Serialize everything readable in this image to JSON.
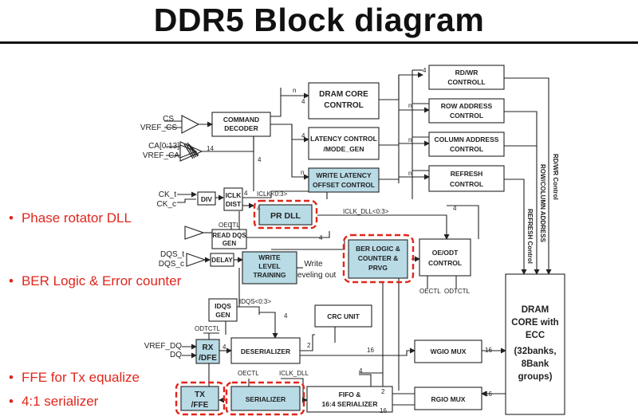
{
  "title": "DDR5 Block diagram",
  "blocks": {
    "command_decoder": [
      "COMMAND",
      "DECODER"
    ],
    "dram_core_control": [
      "DRAM CORE",
      "CONTROL"
    ],
    "latency_control": [
      "LATENCY CONTROL",
      "/MODE_GEN"
    ],
    "write_latency": [
      "WRITE LATENCY",
      "OFFSET CONTROL"
    ],
    "rdwr_control": [
      "RD/WR",
      "CONTROLL"
    ],
    "row_address": [
      "ROW ADDRESS",
      "CONTROL"
    ],
    "column_address": [
      "COLUMN ADDRESS",
      "CONTROL"
    ],
    "refresh_control": [
      "REFRESH",
      "CONTROL"
    ],
    "div": "DIV",
    "iclk_dist": [
      "ICLK",
      "DIST"
    ],
    "pr_dll": "PR DLL",
    "read_dqs_gen": [
      "READ DQS",
      "GEN"
    ],
    "delay": "DELAY",
    "write_level": [
      "WRITE",
      "LEVEL",
      "TRAINING"
    ],
    "ber_logic": [
      "BER LOGIC &",
      "COUNTER &",
      "PRVG"
    ],
    "oe_odt": [
      "OE/ODT",
      "CONTROL"
    ],
    "idqs_gen": [
      "IDQS",
      "GEN"
    ],
    "crc_unit": "CRC UNIT",
    "rx_dfe": [
      "RX",
      "/DFE"
    ],
    "deserializer": "DESERIALIZER",
    "wgio_mux": "WGIO MUX",
    "tx_ffe": [
      "TX",
      "/FFE"
    ],
    "serializer": "SERIALIZER",
    "fifo": [
      "FIFO &",
      "16:4 SERIALIZER"
    ],
    "rgio_mux": "RGIO MUX",
    "dram_core_ecc": [
      "DRAM",
      "CORE with",
      "ECC",
      "(32banks,",
      "8Bank",
      "groups)"
    ]
  },
  "signals": {
    "cs": "CS",
    "vref_cs": "VREF_CS",
    "ca": "CA[0:13]",
    "vref_ca": "VREF_CA",
    "ck_t": "CK_t",
    "ck_c": "CK_c",
    "dqs_t": "DQS_t",
    "dqs_c": "DQS_c",
    "vref_dq": "VREF_DQ",
    "dq": "DQ",
    "iclk": "ICLK<0:3>",
    "iclk_dll": "ICLK_DLL<0:3>",
    "oectl_top": "OECTL",
    "oectl_bottom": "OECTL",
    "odtctl_bottom": "ODTCTL",
    "odtctl_rx": "ODTCTL",
    "idqs": "IDQS<0:3>",
    "oectl_ser": "OECTL",
    "iclk_dll_ser": "ICLK_DLL",
    "write_leveling_out": [
      "Write",
      "leveling out"
    ],
    "rdwr_ctrl_v": "RD/WR Control",
    "row_col_v": "ROW/COLUMN ADDRESS",
    "refresh_v": "REFRESH Control"
  },
  "bus_widths": {
    "n": "n",
    "four": "4",
    "fourteen": "14",
    "two": "2",
    "sixteen": "16"
  },
  "bullets": [
    "Phase rotator DLL",
    "BER Logic & Error counter",
    "FFE for Tx equalize",
    "4:1 serializer"
  ],
  "colors": {
    "highlight_fill": "#b8dbe6",
    "box_fill": "#ffffff",
    "dashed_red": "#e0261c",
    "bullet_text": "#e0261c"
  }
}
